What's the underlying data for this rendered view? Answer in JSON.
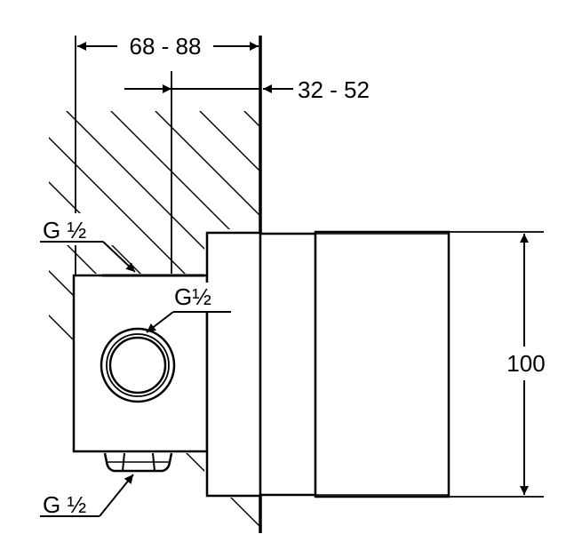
{
  "drawing": {
    "dimensions": {
      "wall_depth": "68 - 88",
      "body_depth": "32 - 52",
      "height": "100"
    },
    "threads": {
      "top_connection": "G ½",
      "side_connection": "G½",
      "bottom_connection": "G ½"
    }
  }
}
